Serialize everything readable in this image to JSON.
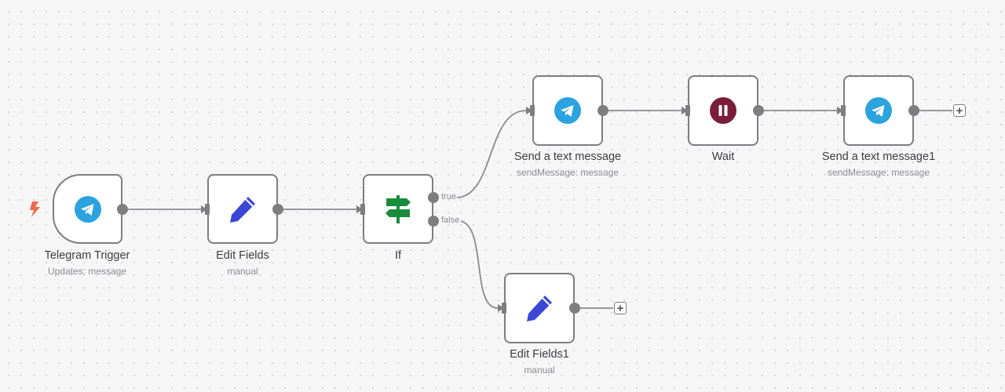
{
  "colors": {
    "node_border": "#7d7d82",
    "edge": "#8a8a8f",
    "telegram_blue": "#2aa3de",
    "pencil_blue": "#3b48d6",
    "if_green": "#198c3c",
    "wait_maroon": "#7a1d3b",
    "trigger_bolt": "#ef6b4a"
  },
  "nodes": {
    "telegram_trigger": {
      "title": "Telegram Trigger",
      "subtitle": "Updates: message",
      "icon": "telegram-icon"
    },
    "edit_fields": {
      "title": "Edit Fields",
      "subtitle": "manual",
      "icon": "pencil-icon"
    },
    "if": {
      "title": "If",
      "icon": "signpost-icon",
      "branches": {
        "true": "true",
        "false": "false"
      }
    },
    "send_text": {
      "title": "Send a text message",
      "subtitle": "sendMessage: message",
      "icon": "telegram-icon"
    },
    "wait": {
      "title": "Wait",
      "icon": "pause-icon"
    },
    "send_text1": {
      "title": "Send a text message1",
      "subtitle": "sendMessage: message",
      "icon": "telegram-icon"
    },
    "edit_fields1": {
      "title": "Edit Fields1",
      "subtitle": "manual",
      "icon": "pencil-icon"
    }
  },
  "add_button": {
    "glyph": "+"
  }
}
